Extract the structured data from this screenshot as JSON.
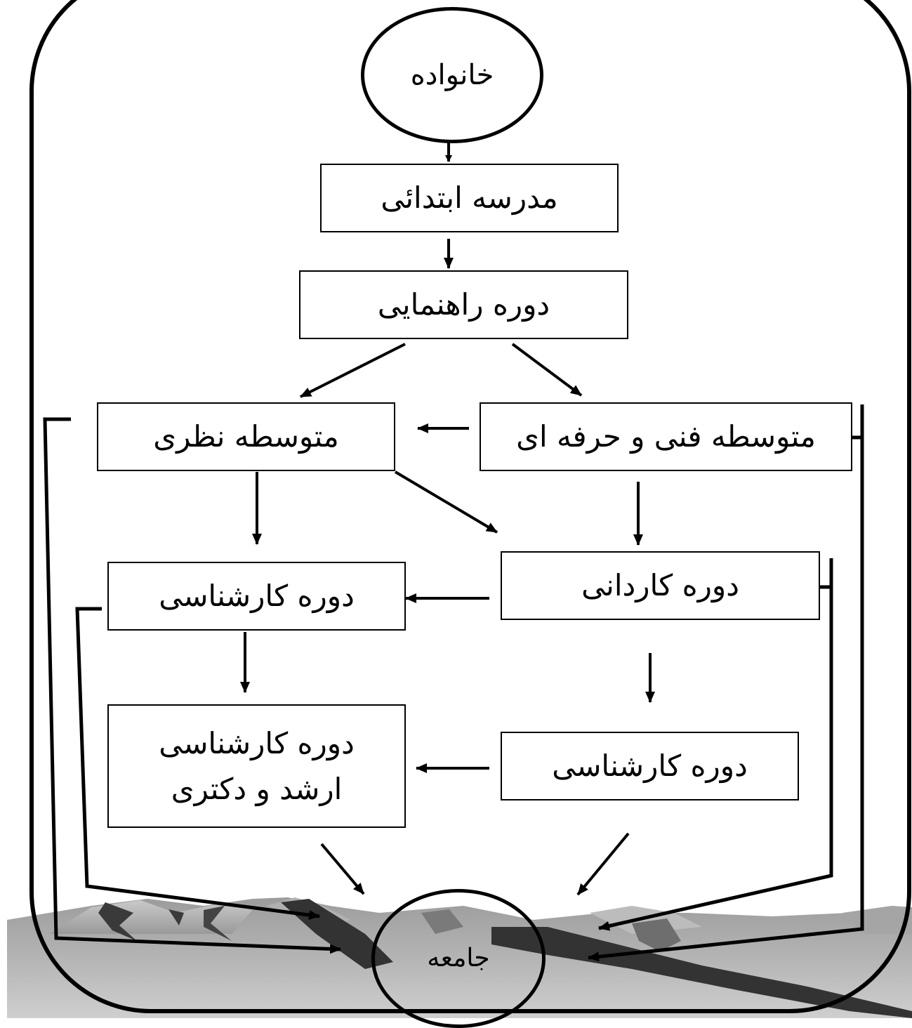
{
  "diagram": {
    "family": "خانواده",
    "primary_school": "مدرسه ابتدائی",
    "guidance_school": "دوره راهنمایی",
    "theoretical_high_school": "متوسطه نظری",
    "vocational_high_school": "متوسطه فنی و حرفه ای",
    "bachelor_left": "دوره کارشناسی",
    "associate": "دوره کاردانی",
    "graduate_line1": "دوره کارشناسی",
    "graduate_line2": "ارشد و دکتری",
    "bachelor_right": "دوره کارشناسی",
    "society": "جامعه"
  },
  "colors": {
    "line": "#000000",
    "mountain_dark": "#333333",
    "mountain_mid": "#8c8c8c",
    "mountain_light": "#bdbdbd",
    "ground": "#a8a8a8"
  }
}
